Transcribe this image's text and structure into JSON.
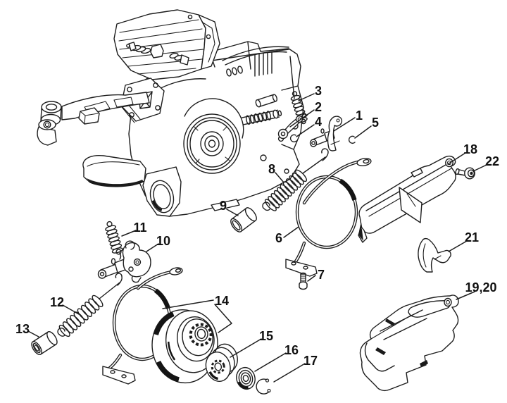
{
  "diagram": {
    "kind": "exploded-parts-line-drawing",
    "colors": {
      "background": "#ffffff",
      "line": "#1d1d1d",
      "label": "#101010"
    }
  },
  "callouts": [
    {
      "text": "1"
    },
    {
      "text": "2"
    },
    {
      "text": "3"
    },
    {
      "text": "4"
    },
    {
      "text": "5"
    },
    {
      "text": "6"
    },
    {
      "text": "7"
    },
    {
      "text": "8"
    },
    {
      "text": "9"
    },
    {
      "text": "10"
    },
    {
      "text": "11"
    },
    {
      "text": "12"
    },
    {
      "text": "13"
    },
    {
      "text": "14"
    },
    {
      "text": "15"
    },
    {
      "text": "16"
    },
    {
      "text": "17"
    },
    {
      "text": "18"
    },
    {
      "text": "19,20"
    },
    {
      "text": "21"
    },
    {
      "text": "22"
    }
  ]
}
